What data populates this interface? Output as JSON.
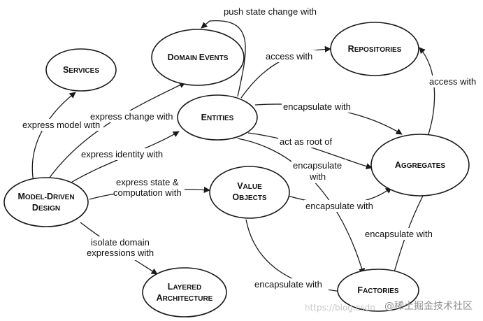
{
  "nodes": {
    "services": {
      "name": "Services",
      "cap": "S",
      "rest": "ERVICES"
    },
    "domain_events": {
      "cap1": "D",
      "rest1": "OMAIN ",
      "cap2": "E",
      "rest2": "VENTS"
    },
    "repositories": {
      "cap": "R",
      "rest": "EPOSITORIES"
    },
    "entities": {
      "cap": "E",
      "rest": "NTITIES"
    },
    "aggregates": {
      "cap": "A",
      "rest": "GGREGATES"
    },
    "model_driven": {
      "line1_cap1": "M",
      "line1_rest1": "ODEL-",
      "line1_cap2": "D",
      "line1_rest2": "RIVEN",
      "line2_cap": "D",
      "line2_rest": "ESIGN"
    },
    "value_objects": {
      "line1_cap": "V",
      "line1_rest": "ALUE",
      "line2_cap": "O",
      "line2_rest": "BJECTS"
    },
    "layered_architecture": {
      "line1_cap": "L",
      "line1_rest": "AYERED",
      "line2_cap": "A",
      "line2_rest": "RCHITECTURE"
    },
    "factories": {
      "cap": "F",
      "rest": "ACTORIES"
    }
  },
  "edges": {
    "push_state_change": "push state change with",
    "access_with_repos": "access with",
    "access_with_agg": "access with",
    "express_model": "express model with",
    "express_change": "express change with",
    "encapsulate_entities_agg": "encapsulate with",
    "act_as_root": "act as root of",
    "express_identity": "express identity with",
    "encapsulate_entities_fact_1": "encapsulate",
    "encapsulate_entities_fact_2": "with",
    "express_state_1": "express state &",
    "express_state_2": "computation with",
    "encapsulate_vo_agg": "encapsulate with",
    "encapsulate_agg_fact": "encapsulate with",
    "isolate_1": "isolate domain",
    "isolate_2": "expressions with",
    "encapsulate_vo_fact": "encapsulate with"
  },
  "watermark": {
    "url": "https://blog.csdn",
    "brand": "@稀土掘金技术社区"
  }
}
